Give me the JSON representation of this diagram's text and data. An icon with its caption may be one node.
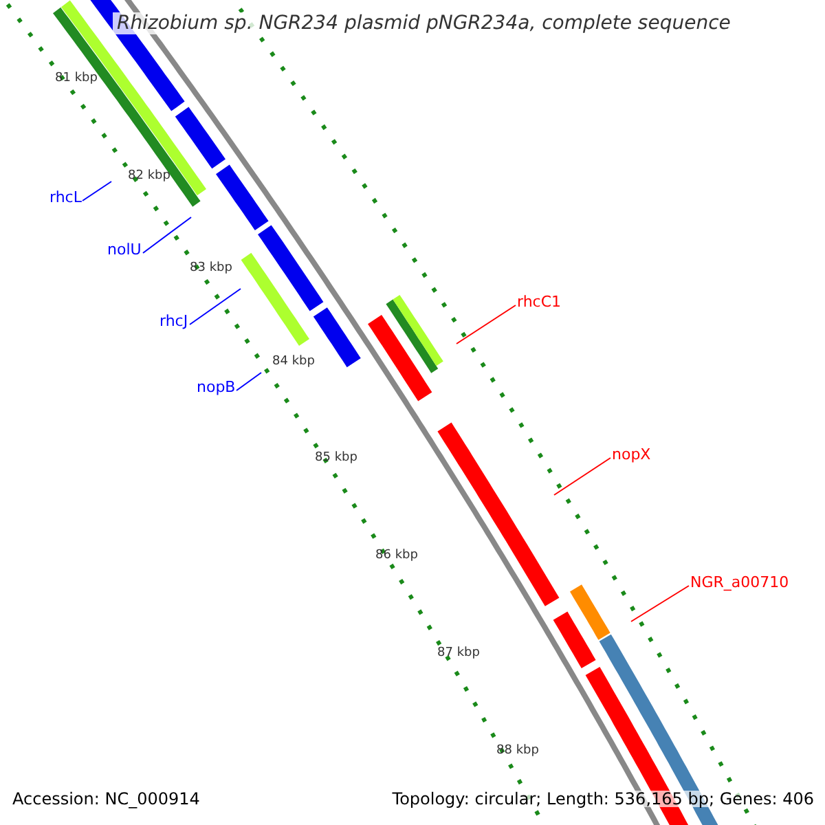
{
  "diagram": {
    "title": "Rhizobium sp. NGR234 plasmid pNGR234a, complete sequence",
    "nodes": [
      {
        "text": [
          "rhcL"
        ]
      },
      {
        "text": [
          "nolU"
        ]
      },
      {
        "text": [
          "rhcJ"
        ]
      },
      {
        "text": [
          "nopB"
        ]
      },
      {
        "text": [
          "rhcC1"
        ]
      },
      {
        "text": [
          "nopX"
        ]
      },
      {
        "text": [
          "NGR_a00710"
        ]
      }
    ],
    "edges": [
      {
        "from": 0,
        "to": null,
        "arrow": "none"
      },
      {
        "from": 1,
        "to": null,
        "arrow": "none"
      },
      {
        "from": 2,
        "to": null,
        "arrow": "none"
      },
      {
        "from": 3,
        "to": null,
        "arrow": "none"
      },
      {
        "from": 4,
        "to": null,
        "arrow": "none",
        "color": "#ff0000"
      },
      {
        "from": 5,
        "to": null,
        "arrow": "none",
        "color": "#ff0000"
      },
      {
        "from": 6,
        "to": null,
        "arrow": "none",
        "color": "#ff0000"
      }
    ],
    "labels": [
      "81 kbp",
      "82 kbp",
      "83 kbp",
      "84 kbp",
      "85 kbp",
      "86 kbp",
      "87 kbp",
      "88 kbp",
      "Accession: NC_000914",
      "Topology: circular; Length: 536,165 bp; Genes: 406"
    ]
  }
}
